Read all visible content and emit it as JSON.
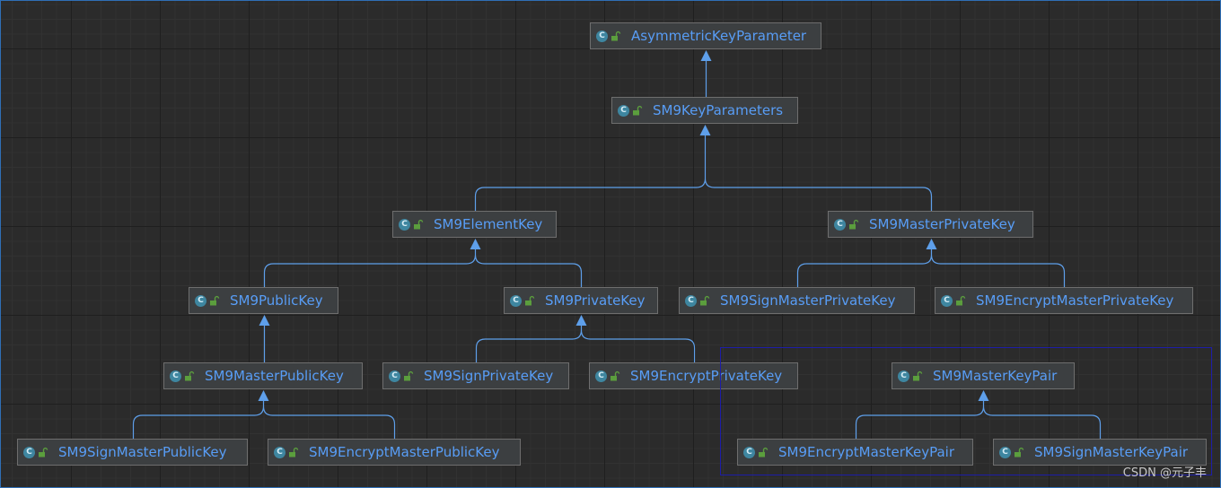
{
  "diagram": {
    "nodes": [
      {
        "id": "AsymmetricKeyParameter",
        "label": "AsymmetricKeyParameter",
        "icon": "class-icon"
      },
      {
        "id": "SM9KeyParameters",
        "label": "SM9KeyParameters",
        "icon": "class-icon"
      },
      {
        "id": "SM9ElementKey",
        "label": "SM9ElementKey",
        "icon": "class-icon"
      },
      {
        "id": "SM9MasterPrivateKey",
        "label": "SM9MasterPrivateKey",
        "icon": "class-icon"
      },
      {
        "id": "SM9PublicKey",
        "label": "SM9PublicKey",
        "icon": "class-icon"
      },
      {
        "id": "SM9PrivateKey",
        "label": "SM9PrivateKey",
        "icon": "class-icon"
      },
      {
        "id": "SM9SignMasterPrivateKey",
        "label": "SM9SignMasterPrivateKey",
        "icon": "class-icon"
      },
      {
        "id": "SM9EncryptMasterPrivateKey",
        "label": "SM9EncryptMasterPrivateKey",
        "icon": "class-icon"
      },
      {
        "id": "SM9MasterPublicKey",
        "label": "SM9MasterPublicKey",
        "icon": "class-icon"
      },
      {
        "id": "SM9SignPrivateKey",
        "label": "SM9SignPrivateKey",
        "icon": "class-icon"
      },
      {
        "id": "SM9EncryptPrivateKey",
        "label": "SM9EncryptPrivateKey",
        "icon": "class-icon"
      },
      {
        "id": "SM9MasterKeyPair",
        "label": "SM9MasterKeyPair",
        "icon": "class-icon"
      },
      {
        "id": "SM9SignMasterPublicKey",
        "label": "SM9SignMasterPublicKey",
        "icon": "class-icon"
      },
      {
        "id": "SM9EncryptMasterPublicKey",
        "label": "SM9EncryptMasterPublicKey",
        "icon": "class-icon"
      },
      {
        "id": "SM9EncryptMasterKeyPair",
        "label": "SM9EncryptMasterKeyPair",
        "icon": "class-icon"
      },
      {
        "id": "SM9SignMasterKeyPair",
        "label": "SM9SignMasterKeyPair",
        "icon": "class-icon"
      }
    ],
    "edges": [
      {
        "parent": "AsymmetricKeyParameter",
        "children": [
          "SM9KeyParameters"
        ]
      },
      {
        "parent": "SM9KeyParameters",
        "children": [
          "SM9ElementKey",
          "SM9MasterPrivateKey"
        ]
      },
      {
        "parent": "SM9ElementKey",
        "children": [
          "SM9PublicKey",
          "SM9PrivateKey"
        ]
      },
      {
        "parent": "SM9MasterPrivateKey",
        "children": [
          "SM9SignMasterPrivateKey",
          "SM9EncryptMasterPrivateKey"
        ]
      },
      {
        "parent": "SM9PublicKey",
        "children": [
          "SM9MasterPublicKey"
        ]
      },
      {
        "parent": "SM9PrivateKey",
        "children": [
          "SM9SignPrivateKey",
          "SM9EncryptPrivateKey"
        ]
      },
      {
        "parent": "SM9MasterPublicKey",
        "children": [
          "SM9SignMasterPublicKey",
          "SM9EncryptMasterPublicKey"
        ]
      },
      {
        "parent": "SM9MasterKeyPair",
        "children": [
          "SM9EncryptMasterKeyPair",
          "SM9SignMasterKeyPair"
        ]
      }
    ],
    "icon_letter": "C",
    "colors": {
      "background": "#2b2b2b",
      "node_fill": "#3c3f41",
      "node_border": "#6e6e6e",
      "label": "#589df6",
      "edge": "#5e9fea",
      "class_icon": "#3e86a0",
      "lock_icon": "#5b9e3d",
      "selection": "#1d1da8"
    }
  },
  "watermark": "CSDN @元子丰"
}
